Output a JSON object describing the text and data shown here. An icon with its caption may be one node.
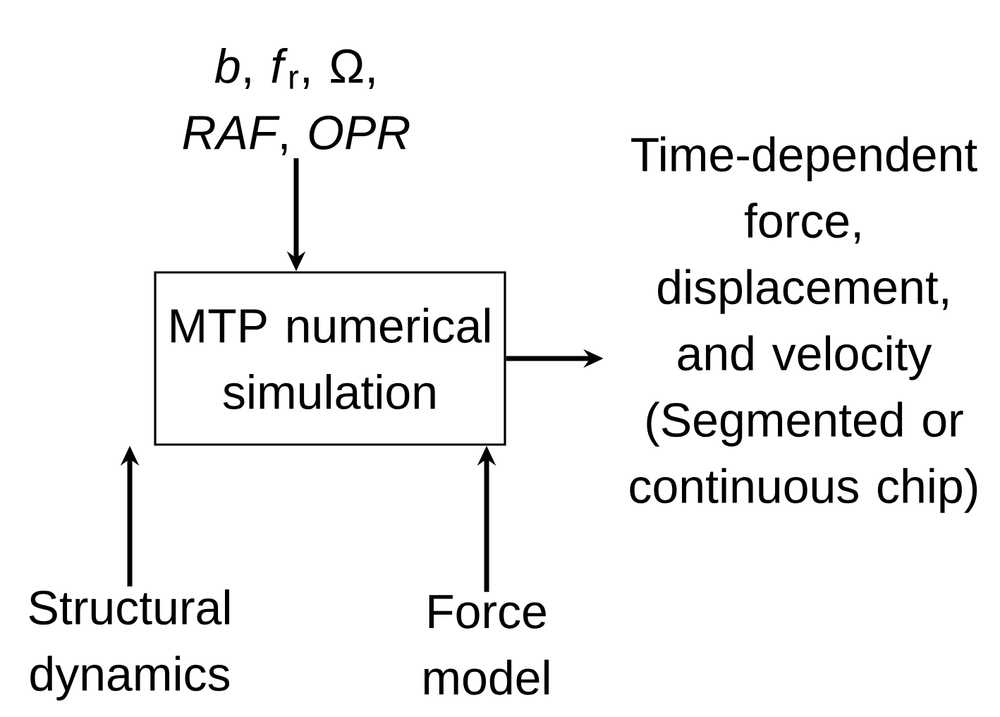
{
  "diagram": {
    "nodes": [
      {
        "text": [
          "*b*, *f*$_{r}$, Ω, *RAF*, *OPR*"
        ]
      },
      {
        "text": [
          "MTP numerical simulation"
        ]
      },
      {
        "text": [
          "Time-dependent force, displacement, and velocity (Segmented or continuous chip)"
        ]
      },
      {
        "text": [
          "Structural dynamics"
        ]
      },
      {
        "text": [
          "Force model"
        ]
      }
    ],
    "edges": [
      {
        "from": 0,
        "to": 1,
        "arrow": "to"
      },
      {
        "from": 1,
        "to": 2,
        "arrow": "to"
      },
      {
        "from": 3,
        "to": 1,
        "arrow": "to"
      },
      {
        "from": 4,
        "to": 1,
        "arrow": "to"
      }
    ]
  }
}
